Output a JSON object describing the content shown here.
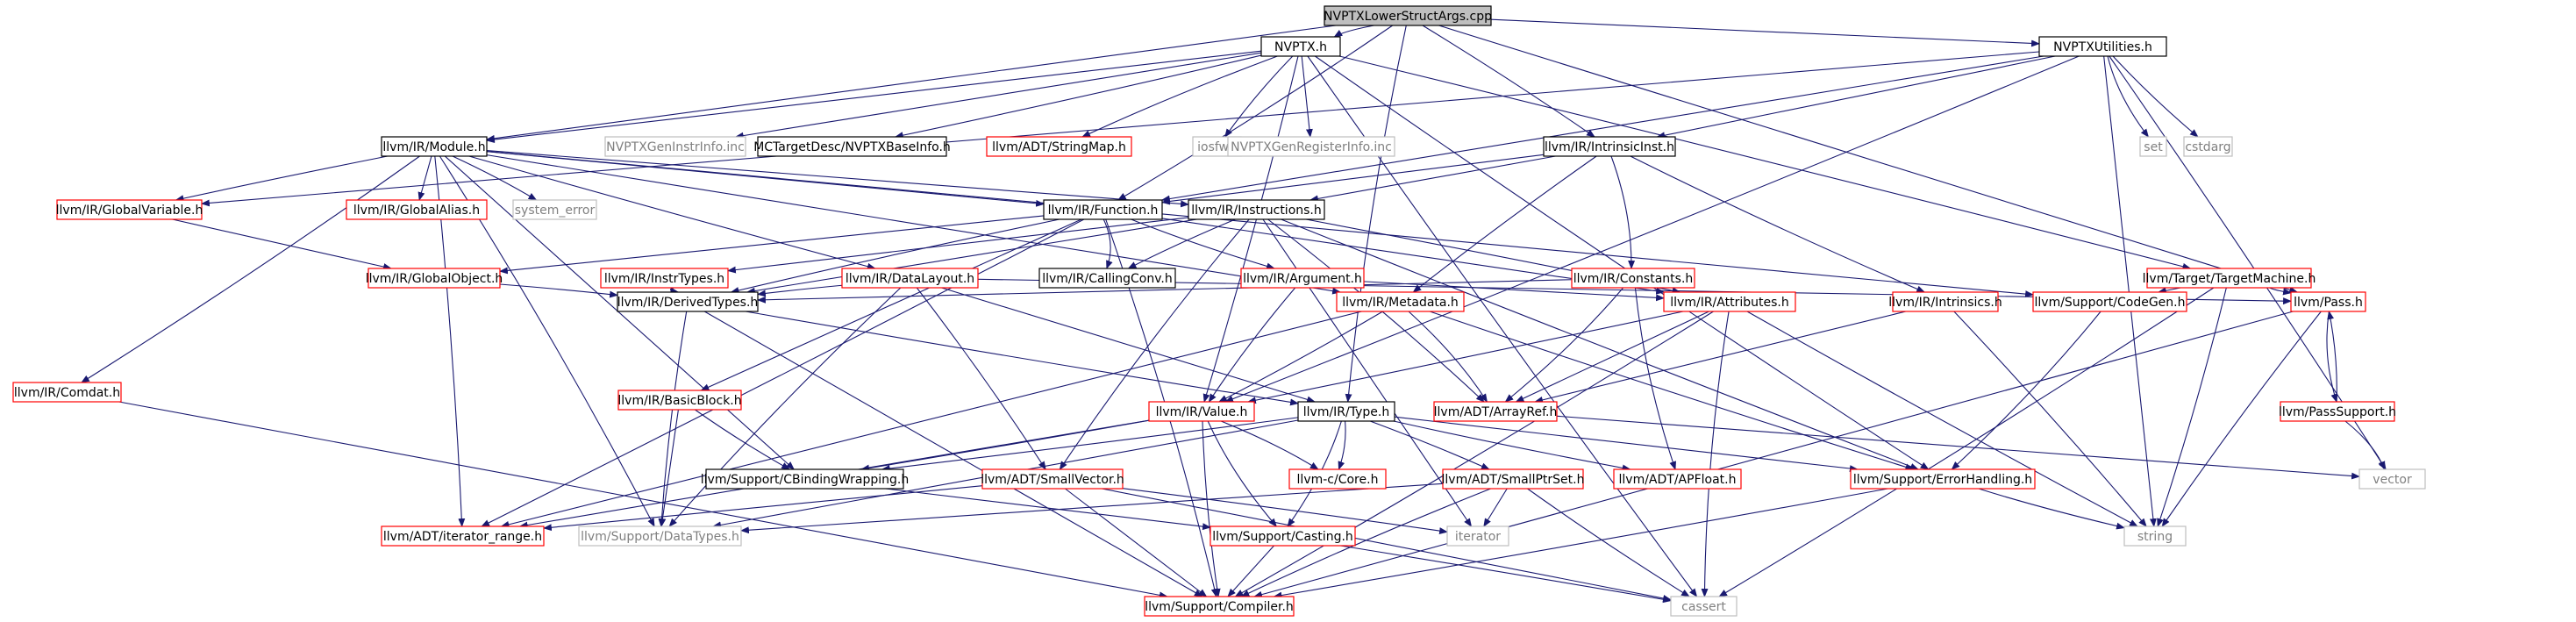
{
  "diagram": {
    "colors": {
      "root_fill": "#bfbfbf",
      "root_border": "#000000",
      "node_fill": "#ffffff",
      "documented_border": "#000000",
      "undocumented_border": "#ff0000",
      "external_border": "#bfbfbf",
      "external_text": "#808080",
      "edge": "#191970"
    },
    "nodes": [
      {
        "id": "root",
        "label": "NVPTXLowerStructArgs.cpp",
        "kind": "root"
      },
      {
        "id": "nvptx",
        "label": "NVPTX.h",
        "kind": "documented"
      },
      {
        "id": "nvptxutil",
        "label": "NVPTXUtilities.h",
        "kind": "documented"
      },
      {
        "id": "module",
        "label": "llvm/IR/Module.h",
        "kind": "documented"
      },
      {
        "id": "geninstr",
        "label": "NVPTXGenInstrInfo.inc",
        "kind": "external"
      },
      {
        "id": "mctarget",
        "label": "MCTargetDesc/NVPTXBaseInfo.h",
        "kind": "documented"
      },
      {
        "id": "stringmap",
        "label": "llvm/ADT/StringMap.h",
        "kind": "undocumented"
      },
      {
        "id": "iosfwd",
        "label": "iosfwd",
        "kind": "external"
      },
      {
        "id": "genreg",
        "label": "NVPTXGenRegisterInfo.inc",
        "kind": "external"
      },
      {
        "id": "intrinsicinst",
        "label": "llvm/IR/IntrinsicInst.h",
        "kind": "documented"
      },
      {
        "id": "set",
        "label": "set",
        "kind": "external"
      },
      {
        "id": "cstdarg",
        "label": "cstdarg",
        "kind": "external"
      },
      {
        "id": "globalvar",
        "label": "llvm/IR/GlobalVariable.h",
        "kind": "undocumented"
      },
      {
        "id": "globalalias",
        "label": "llvm/IR/GlobalAlias.h",
        "kind": "undocumented"
      },
      {
        "id": "syserror",
        "label": "system_error",
        "kind": "external"
      },
      {
        "id": "function",
        "label": "llvm/IR/Function.h",
        "kind": "documented"
      },
      {
        "id": "instructions",
        "label": "llvm/IR/Instructions.h",
        "kind": "documented"
      },
      {
        "id": "globalobject",
        "label": "llvm/IR/GlobalObject.h",
        "kind": "undocumented"
      },
      {
        "id": "instrtypes",
        "label": "llvm/IR/InstrTypes.h",
        "kind": "undocumented"
      },
      {
        "id": "datalayout",
        "label": "llvm/IR/DataLayout.h",
        "kind": "undocumented"
      },
      {
        "id": "callingconv",
        "label": "llvm/IR/CallingConv.h",
        "kind": "documented"
      },
      {
        "id": "argument",
        "label": "llvm/IR/Argument.h",
        "kind": "undocumented"
      },
      {
        "id": "constants",
        "label": "llvm/IR/Constants.h",
        "kind": "undocumented"
      },
      {
        "id": "targetmachine",
        "label": "llvm/Target/TargetMachine.h",
        "kind": "undocumented"
      },
      {
        "id": "derivedtypes",
        "label": "llvm/IR/DerivedTypes.h",
        "kind": "documented"
      },
      {
        "id": "metadata",
        "label": "llvm/IR/Metadata.h",
        "kind": "undocumented"
      },
      {
        "id": "attributes",
        "label": "llvm/IR/Attributes.h",
        "kind": "undocumented"
      },
      {
        "id": "intrinsics",
        "label": "llvm/IR/Intrinsics.h",
        "kind": "undocumented"
      },
      {
        "id": "codegen",
        "label": "llvm/Support/CodeGen.h",
        "kind": "undocumented"
      },
      {
        "id": "pass",
        "label": "llvm/Pass.h",
        "kind": "undocumented"
      },
      {
        "id": "comdat",
        "label": "llvm/IR/Comdat.h",
        "kind": "undocumented"
      },
      {
        "id": "basicblock",
        "label": "llvm/IR/BasicBlock.h",
        "kind": "undocumented"
      },
      {
        "id": "value",
        "label": "llvm/IR/Value.h",
        "kind": "undocumented"
      },
      {
        "id": "type",
        "label": "llvm/IR/Type.h",
        "kind": "documented"
      },
      {
        "id": "arrayref",
        "label": "llvm/ADT/ArrayRef.h",
        "kind": "undocumented"
      },
      {
        "id": "passsupport",
        "label": "llvm/PassSupport.h",
        "kind": "undocumented"
      },
      {
        "id": "cbinding",
        "label": "llvm/Support/CBindingWrapping.h",
        "kind": "documented"
      },
      {
        "id": "smallvector",
        "label": "llvm/ADT/SmallVector.h",
        "kind": "undocumented"
      },
      {
        "id": "ccore",
        "label": "llvm-c/Core.h",
        "kind": "undocumented"
      },
      {
        "id": "smallptrset",
        "label": "llvm/ADT/SmallPtrSet.h",
        "kind": "undocumented"
      },
      {
        "id": "apfloat",
        "label": "llvm/ADT/APFloat.h",
        "kind": "undocumented"
      },
      {
        "id": "errorhandling",
        "label": "llvm/Support/ErrorHandling.h",
        "kind": "undocumented"
      },
      {
        "id": "vector",
        "label": "vector",
        "kind": "external"
      },
      {
        "id": "iterrange",
        "label": "llvm/ADT/iterator_range.h",
        "kind": "undocumented"
      },
      {
        "id": "datatypes",
        "label": "llvm/Support/DataTypes.h",
        "kind": "external"
      },
      {
        "id": "casting",
        "label": "llvm/Support/Casting.h",
        "kind": "undocumented"
      },
      {
        "id": "iterator",
        "label": "iterator",
        "kind": "external"
      },
      {
        "id": "string",
        "label": "string",
        "kind": "external"
      },
      {
        "id": "compiler",
        "label": "llvm/Support/Compiler.h",
        "kind": "undocumented"
      },
      {
        "id": "cassert",
        "label": "cassert",
        "kind": "external"
      }
    ],
    "edges": [
      [
        "root",
        "nvptx"
      ],
      [
        "root",
        "nvptxutil"
      ],
      [
        "root",
        "module"
      ],
      [
        "root",
        "intrinsicinst"
      ],
      [
        "root",
        "function"
      ],
      [
        "root",
        "type"
      ],
      [
        "root",
        "pass"
      ],
      [
        "nvptx",
        "module"
      ],
      [
        "nvptx",
        "geninstr"
      ],
      [
        "nvptx",
        "mctarget"
      ],
      [
        "nvptx",
        "stringmap"
      ],
      [
        "nvptx",
        "iosfwd"
      ],
      [
        "nvptx",
        "genreg"
      ],
      [
        "nvptx",
        "value"
      ],
      [
        "nvptx",
        "targetmachine"
      ],
      [
        "nvptx",
        "errorhandling"
      ],
      [
        "nvptx",
        "cassert"
      ],
      [
        "nvptxutil",
        "intrinsicinst"
      ],
      [
        "nvptxutil",
        "function"
      ],
      [
        "nvptxutil",
        "globalvar"
      ],
      [
        "nvptxutil",
        "set"
      ],
      [
        "nvptxutil",
        "cstdarg"
      ],
      [
        "nvptxutil",
        "string"
      ],
      [
        "nvptxutil",
        "vector"
      ],
      [
        "nvptxutil",
        "value"
      ],
      [
        "module",
        "function"
      ],
      [
        "module",
        "globalvar"
      ],
      [
        "module",
        "globalalias"
      ],
      [
        "module",
        "syserror"
      ],
      [
        "module",
        "comdat"
      ],
      [
        "module",
        "metadata"
      ],
      [
        "module",
        "datalayout"
      ],
      [
        "module",
        "cbinding"
      ],
      [
        "module",
        "iterrange"
      ],
      [
        "module",
        "datatypes"
      ],
      [
        "module",
        "codegen"
      ],
      [
        "module",
        "instructions"
      ],
      [
        "intrinsicinst",
        "instructions"
      ],
      [
        "intrinsicinst",
        "function"
      ],
      [
        "intrinsicinst",
        "constants"
      ],
      [
        "intrinsicinst",
        "intrinsics"
      ],
      [
        "intrinsicinst",
        "metadata"
      ],
      [
        "globalvar",
        "globalobject"
      ],
      [
        "function",
        "globalobject"
      ],
      [
        "function",
        "callingconv"
      ],
      [
        "function",
        "argument"
      ],
      [
        "function",
        "attributes"
      ],
      [
        "function",
        "basicblock"
      ],
      [
        "function",
        "iterrange"
      ],
      [
        "function",
        "compiler"
      ],
      [
        "function",
        "derivedtypes"
      ],
      [
        "instructions",
        "callingconv"
      ],
      [
        "instructions",
        "instrtypes"
      ],
      [
        "instructions",
        "attributes"
      ],
      [
        "instructions",
        "arrayref"
      ],
      [
        "instructions",
        "smallvector"
      ],
      [
        "instructions",
        "errorhandling"
      ],
      [
        "instructions",
        "iterator"
      ],
      [
        "instructions",
        "derivedtypes"
      ],
      [
        "globalobject",
        "derivedtypes"
      ],
      [
        "instrtypes",
        "derivedtypes"
      ],
      [
        "datalayout",
        "derivedtypes"
      ],
      [
        "datalayout",
        "type"
      ],
      [
        "datalayout",
        "smallvector"
      ],
      [
        "datalayout",
        "pass"
      ],
      [
        "datalayout",
        "datatypes"
      ],
      [
        "argument",
        "value"
      ],
      [
        "argument",
        "attributes"
      ],
      [
        "constants",
        "derivedtypes"
      ],
      [
        "constants",
        "arrayref"
      ],
      [
        "constants",
        "apfloat"
      ],
      [
        "targetmachine",
        "pass"
      ],
      [
        "targetmachine",
        "codegen"
      ],
      [
        "targetmachine",
        "string"
      ],
      [
        "targetmachine",
        "cassert"
      ],
      [
        "derivedtypes",
        "type"
      ],
      [
        "derivedtypes",
        "datatypes"
      ],
      [
        "derivedtypes",
        "compiler"
      ],
      [
        "metadata",
        "value"
      ],
      [
        "metadata",
        "arrayref"
      ],
      [
        "metadata",
        "errorhandling"
      ],
      [
        "metadata",
        "iterrange"
      ],
      [
        "attributes",
        "arrayref"
      ],
      [
        "attributes",
        "value"
      ],
      [
        "attributes",
        "compiler"
      ],
      [
        "attributes",
        "cassert"
      ],
      [
        "attributes",
        "string"
      ],
      [
        "intrinsics",
        "arrayref"
      ],
      [
        "intrinsics",
        "string"
      ],
      [
        "codegen",
        "errorhandling"
      ],
      [
        "pass",
        "passsupport"
      ],
      [
        "pass",
        "string"
      ],
      [
        "pass",
        "compiler"
      ],
      [
        "passsupport",
        "pass"
      ],
      [
        "passsupport",
        "vector"
      ],
      [
        "comdat",
        "compiler"
      ],
      [
        "basicblock",
        "cbinding"
      ],
      [
        "basicblock",
        "datatypes"
      ],
      [
        "value",
        "cbinding"
      ],
      [
        "value",
        "ccore"
      ],
      [
        "value",
        "casting"
      ],
      [
        "value",
        "compiler"
      ],
      [
        "value",
        "iterrange"
      ],
      [
        "type",
        "ccore"
      ],
      [
        "type",
        "casting"
      ],
      [
        "type",
        "apfloat"
      ],
      [
        "type",
        "errorhandling"
      ],
      [
        "type",
        "datatypes"
      ],
      [
        "type",
        "smallptrset"
      ],
      [
        "type",
        "cbinding"
      ],
      [
        "arrayref",
        "vector"
      ],
      [
        "smallvector",
        "iterrange"
      ],
      [
        "smallvector",
        "compiler"
      ],
      [
        "smallvector",
        "cassert"
      ],
      [
        "smallvector",
        "iterator"
      ],
      [
        "smallptrset",
        "compiler"
      ],
      [
        "smallptrset",
        "cassert"
      ],
      [
        "smallptrset",
        "iterator"
      ],
      [
        "smallptrset",
        "datatypes"
      ],
      [
        "errorhandling",
        "compiler"
      ],
      [
        "errorhandling",
        "string"
      ],
      [
        "cbinding",
        "casting"
      ],
      [
        "casting",
        "compiler"
      ],
      [
        "casting",
        "cassert"
      ]
    ]
  }
}
